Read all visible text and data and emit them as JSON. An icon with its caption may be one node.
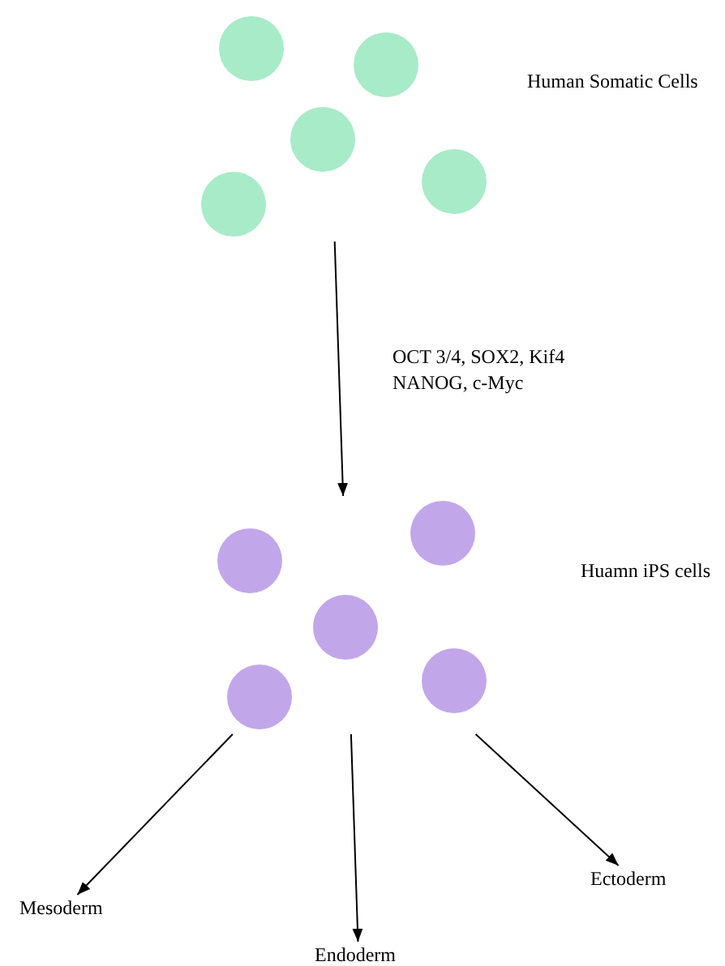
{
  "diagram": {
    "nodes": [
      {
        "text": [],
        "shape": "circle",
        "beside": [
          "Human Somatic Cells"
        ]
      },
      {
        "text": [],
        "shape": "circle"
      },
      {
        "text": [
          "Mesoderm"
        ]
      },
      {
        "text": [
          "Endoderm"
        ]
      },
      {
        "text": [
          "Ectoderm"
        ]
      }
    ],
    "edges": [
      {
        "from": 0,
        "to": 1,
        "arrow": "to",
        "label": "OCT 3/4, SOX2, Kif4 NANOG, c-Myc"
      },
      {
        "from": 1,
        "to": 2,
        "arrow": "to"
      },
      {
        "from": 1,
        "to": 3,
        "arrow": "to"
      },
      {
        "from": 1,
        "to": 4,
        "arrow": "to"
      }
    ],
    "labels": [
      "Huamn iPS cells"
    ]
  }
}
